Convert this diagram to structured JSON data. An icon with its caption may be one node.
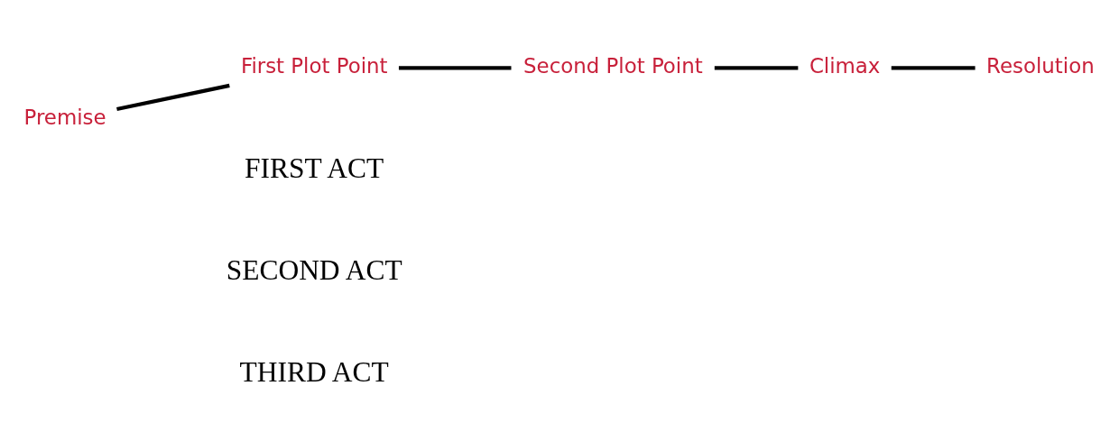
{
  "diagram": {
    "nodes": [
      {
        "text": [
          "Premise"
        ]
      },
      {
        "text": [
          "First Plot Point"
        ]
      },
      {
        "text": [
          "Second Plot Point"
        ]
      },
      {
        "text": [
          "Climax"
        ]
      },
      {
        "text": [
          "Resolution"
        ]
      }
    ],
    "edges": [
      {
        "from": 0,
        "to": 1,
        "arrow": "none"
      },
      {
        "from": 1,
        "to": 2,
        "arrow": "none"
      },
      {
        "from": 2,
        "to": 3,
        "arrow": "none"
      },
      {
        "from": 3,
        "to": 4,
        "arrow": "none"
      }
    ],
    "labels": [
      "FIRST ACT",
      "SECOND ACT",
      "THIRD ACT"
    ]
  }
}
